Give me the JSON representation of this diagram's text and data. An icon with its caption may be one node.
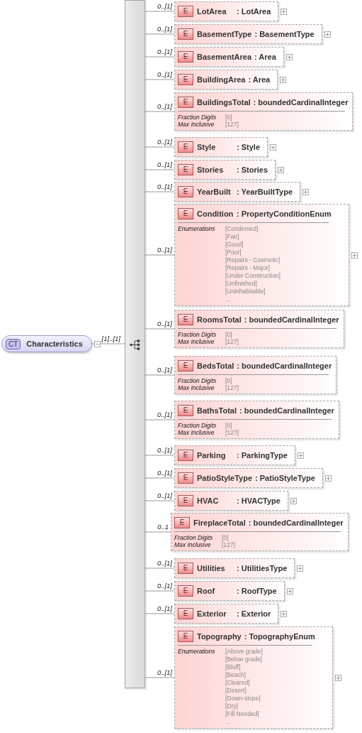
{
  "diagram": {
    "nodes": [
      {
        "text": [
          "CT",
          "Characteristics"
        ]
      },
      {
        "text": [],
        "shape": "bar"
      },
      {
        "text": [
          "E",
          "LotArea",
          ": LotArea"
        ]
      },
      {
        "text": [
          "E",
          "BasementType",
          ": BasementType"
        ]
      },
      {
        "text": [
          "E",
          "BasementArea",
          ": Area"
        ]
      },
      {
        "text": [
          "E",
          "BuildingArea",
          ": Area"
        ]
      },
      {
        "text": [
          "E",
          "BuildingsTotal",
          ": boundedCardinalInteger",
          "Fraction Digits",
          "[0]",
          "Max Inclusive",
          "[127]"
        ]
      },
      {
        "text": [
          "E",
          "Style",
          ": Style"
        ]
      },
      {
        "text": [
          "E",
          "Stories",
          ": Stories"
        ]
      },
      {
        "text": [
          "E",
          "YearBuilt",
          ": YearBuiltType"
        ]
      },
      {
        "text": [
          "E",
          "Condition",
          ": PropertyConditionEnum",
          "Enumerations",
          "[Condemed]",
          "[Fair]",
          "[Good]",
          "[Poor]",
          "[Repairs - Cosmetic]",
          "[Repairs - Major]",
          "[Under Construction]",
          "[Unfinished]",
          "[Uninhabitable]",
          "..."
        ]
      },
      {
        "text": [
          "E",
          "RoomsTotal",
          ": boundedCardinalInteger",
          "Fraction Digits",
          "[0]",
          "Max Inclusive",
          "[127]"
        ]
      },
      {
        "text": [
          "E",
          "BedsTotal",
          ": boundedCardinalInteger",
          "Fraction Digits",
          "[0]",
          "Max Inclusive",
          "[127]"
        ]
      },
      {
        "text": [
          "E",
          "BathsTotal",
          ": boundedCardinalInteger",
          "Fraction Digits",
          "[0]",
          "Max Inclusive",
          "[127]"
        ]
      },
      {
        "text": [
          "E",
          "Parking",
          ": ParkingType"
        ]
      },
      {
        "text": [
          "E",
          "PatioStyleType",
          ": PatioStyleType"
        ]
      },
      {
        "text": [
          "E",
          "HVAC",
          ": HVACType"
        ]
      },
      {
        "text": [
          "E",
          "FireplaceTotal",
          ": boundedCardinalInteger",
          "Fraction Digits",
          "[0]",
          "Max Inclusive",
          "[127]"
        ]
      },
      {
        "text": [
          "E",
          "Utilities",
          ": UtilitiesType"
        ]
      },
      {
        "text": [
          "E",
          "Roof",
          ": RoofType"
        ]
      },
      {
        "text": [
          "E",
          "Exterior",
          ": Exterior"
        ]
      },
      {
        "text": [
          "E",
          "Topography",
          ": TopographyEnum",
          "Enumerations",
          "[Above grade]",
          "[Below grade]",
          "[Bluff]",
          "[Beach]",
          "[Cleared]",
          "[Desert]",
          "[Down-slope]",
          "[Dry]",
          "[Fill Needed]",
          "..."
        ]
      }
    ],
    "edges": [
      {
        "from": 0,
        "to": 1,
        "arrow": "none",
        "label": "[1]..[1]"
      },
      {
        "from": 1,
        "to": 2,
        "arrow": "none",
        "label": "0..[1]"
      },
      {
        "from": 1,
        "to": 3,
        "arrow": "none",
        "label": "0..[1]"
      },
      {
        "from": 1,
        "to": 4,
        "arrow": "none",
        "label": "0..[1]"
      },
      {
        "from": 1,
        "to": 5,
        "arrow": "none",
        "label": "0..[1]"
      },
      {
        "from": 1,
        "to": 6,
        "arrow": "none",
        "label": "0..[1]"
      },
      {
        "from": 1,
        "to": 7,
        "arrow": "none",
        "label": "0..[1]"
      },
      {
        "from": 1,
        "to": 8,
        "arrow": "none",
        "label": "0..[1]"
      },
      {
        "from": 1,
        "to": 9,
        "arrow": "none",
        "label": "0..[1]"
      },
      {
        "from": 1,
        "to": 10,
        "arrow": "none",
        "label": "0..[1]"
      },
      {
        "from": 1,
        "to": 11,
        "arrow": "none",
        "label": "0..[1]"
      },
      {
        "from": 1,
        "to": 12,
        "arrow": "none",
        "label": "0..[1]"
      },
      {
        "from": 1,
        "to": 13,
        "arrow": "none",
        "label": "0..[1]"
      },
      {
        "from": 1,
        "to": 14,
        "arrow": "none",
        "label": "0..[1]"
      },
      {
        "from": 1,
        "to": 15,
        "arrow": "none",
        "label": "0..[1]"
      },
      {
        "from": 1,
        "to": 16,
        "arrow": "none",
        "label": "0..[1]"
      },
      {
        "from": 1,
        "to": 17,
        "arrow": "none",
        "label": "0..1"
      },
      {
        "from": 1,
        "to": 18,
        "arrow": "none",
        "label": "0..[1]"
      },
      {
        "from": 1,
        "to": 19,
        "arrow": "none",
        "label": "0..[1]"
      },
      {
        "from": 1,
        "to": 20,
        "arrow": "none",
        "label": "0..[1]"
      },
      {
        "from": 1,
        "to": 21,
        "arrow": "none",
        "label": "0..[1]"
      }
    ]
  }
}
